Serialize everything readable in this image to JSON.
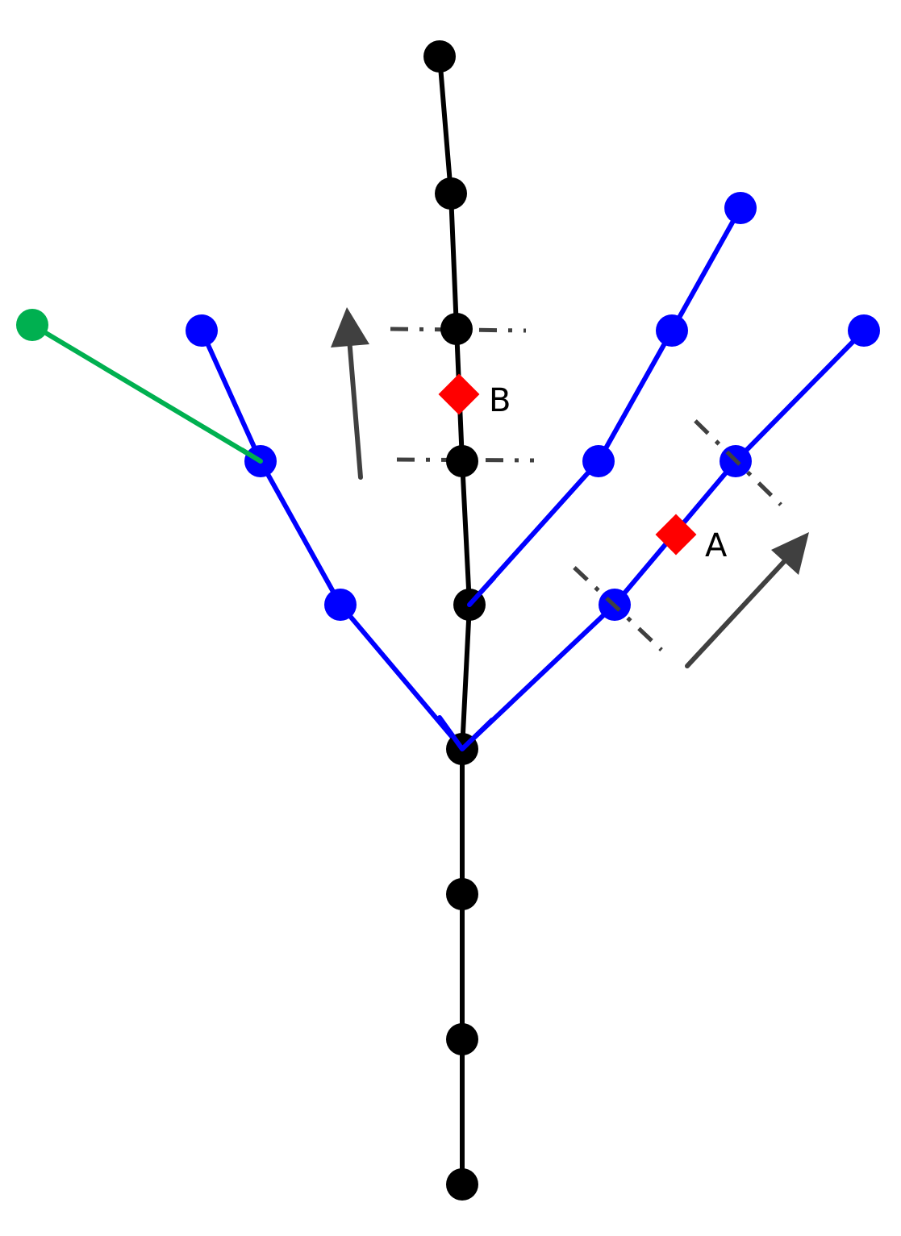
{
  "colors": {
    "main_stem": "#000000",
    "branch": "#0000ff",
    "green_branch": "#00b050",
    "marker": "#ff0000",
    "guide": "#404040"
  },
  "labels": {
    "A": "A",
    "B": "B"
  },
  "diagram": {
    "description_items": [
      {
        "id": "marker-a",
        "kind": "marker",
        "label_key": "A"
      },
      {
        "id": "marker-b",
        "kind": "marker",
        "label_key": "B"
      }
    ]
  }
}
